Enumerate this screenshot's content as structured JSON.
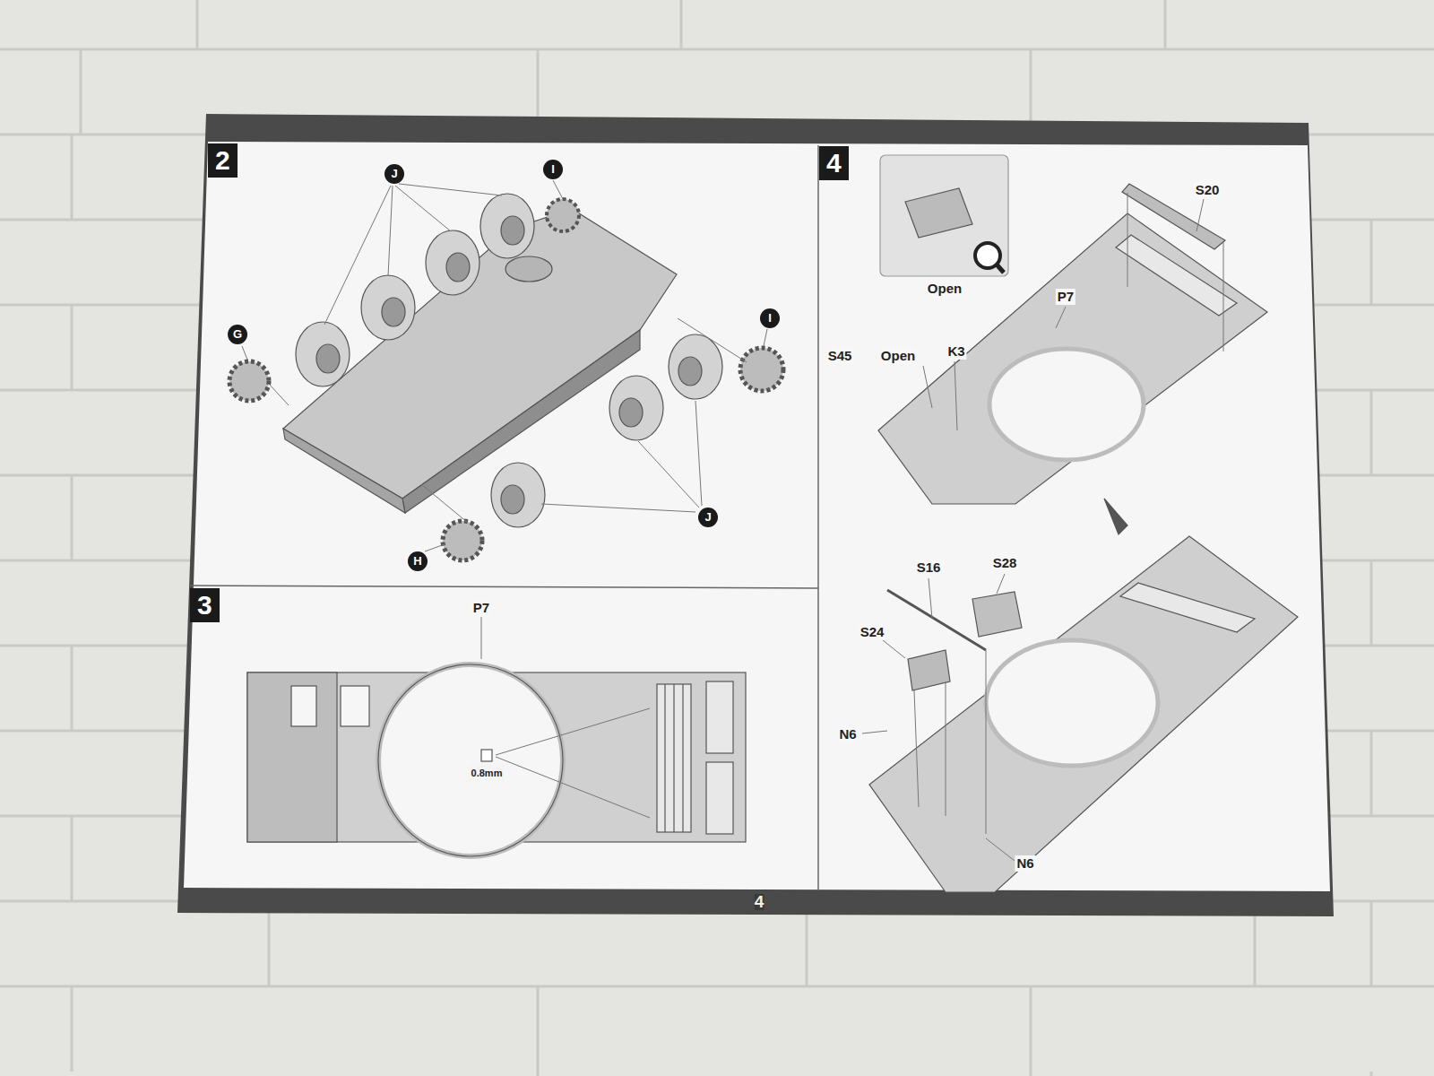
{
  "diagram": {
    "nodes": [
      {
        "text": [
          "2"
        ]
      },
      {
        "text": [
          "3"
        ]
      },
      {
        "text": [
          "4"
        ]
      }
    ],
    "labels": [
      "J",
      "I",
      "I",
      "G",
      "H",
      "J",
      "P7",
      "0.8mm",
      "S20",
      "Open",
      "P7",
      "S45",
      "Open",
      "K3",
      "S16",
      "S28",
      "S24",
      "N6",
      "N6",
      "4"
    ]
  }
}
